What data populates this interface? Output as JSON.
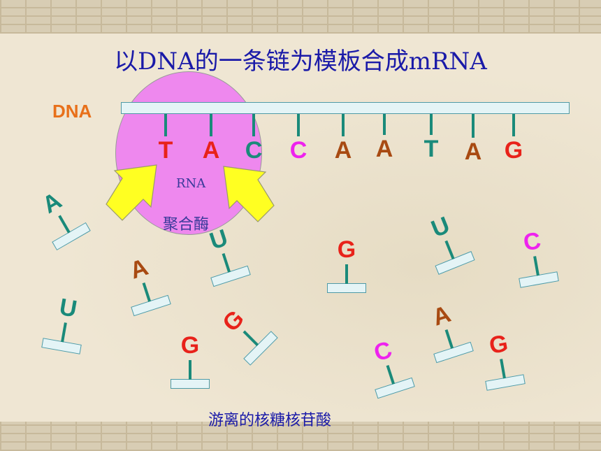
{
  "title": "以DNA的一条链为模板合成mRNA",
  "dna_label": "DNA",
  "template_bases": [
    {
      "letter": "T",
      "color": "#e8221a"
    },
    {
      "letter": "A",
      "color": "#e8221a"
    },
    {
      "letter": "C",
      "color": "#1a8a7a"
    },
    {
      "letter": "C",
      "color": "#ee22ee"
    },
    {
      "letter": "A",
      "color": "#a84a12"
    },
    {
      "letter": "A",
      "color": "#a84a12"
    },
    {
      "letter": "T",
      "color": "#1a8a7a"
    },
    {
      "letter": "A",
      "color": "#a84a12"
    },
    {
      "letter": "G",
      "color": "#e8221a"
    }
  ],
  "polymerase": {
    "line1": "RNA",
    "line2": "聚合酶"
  },
  "free_nucleotides": [
    {
      "letter": "A",
      "color": "#1a8a7a"
    },
    {
      "letter": "U",
      "color": "#1a8a7a"
    },
    {
      "letter": "A",
      "color": "#a84a12"
    },
    {
      "letter": "U",
      "color": "#1a8a7a"
    },
    {
      "letter": "G",
      "color": "#e8221a"
    },
    {
      "letter": "G",
      "color": "#e8221a"
    },
    {
      "letter": "G",
      "color": "#e8221a"
    },
    {
      "letter": "U",
      "color": "#1a8a7a"
    },
    {
      "letter": "C",
      "color": "#ee22ee"
    },
    {
      "letter": "A",
      "color": "#a84a12"
    },
    {
      "letter": "C",
      "color": "#ee22ee"
    },
    {
      "letter": "G",
      "color": "#e8221a"
    }
  ],
  "footer": "游离的核糖核苷酸"
}
